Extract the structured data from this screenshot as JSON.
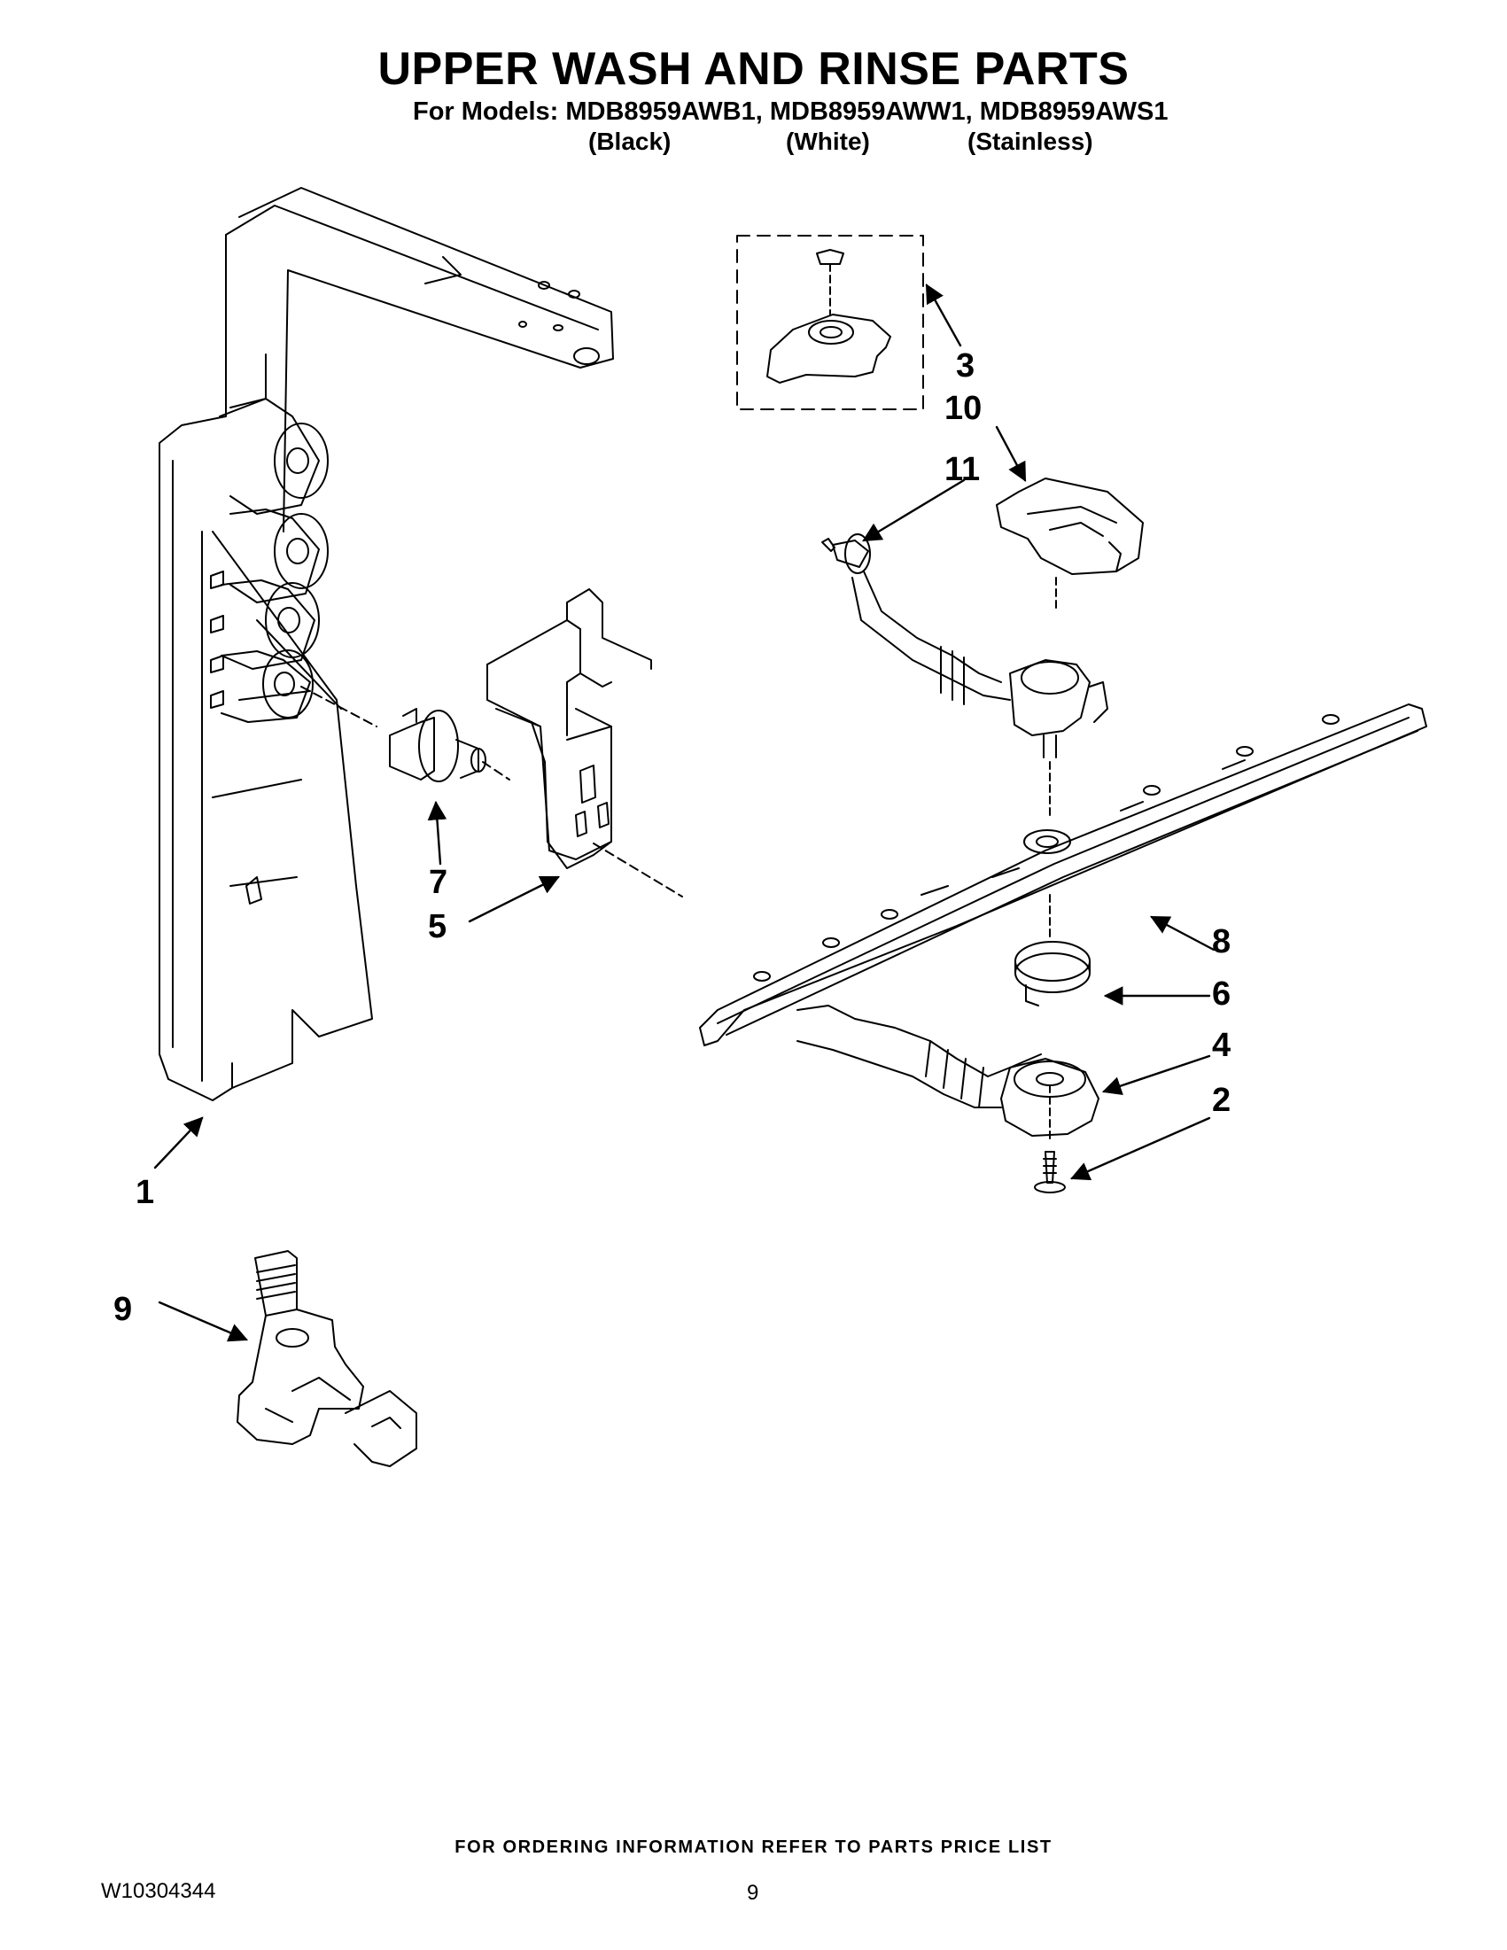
{
  "header": {
    "title": "UPPER WASH AND RINSE PARTS",
    "models_line": "For Models: MDB8959AWB1, MDB8959AWW1, MDB8959AWS1",
    "variants": [
      "(Black)",
      "(White)",
      "(Stainless)"
    ]
  },
  "callouts": [
    "1",
    "2",
    "3",
    "4",
    "5",
    "6",
    "7",
    "8",
    "9",
    "10",
    "11"
  ],
  "footer": {
    "ordering_note": "FOR ORDERING INFORMATION REFER TO PARTS PRICE LIST",
    "document_number": "W10304344",
    "page_number": "9"
  }
}
